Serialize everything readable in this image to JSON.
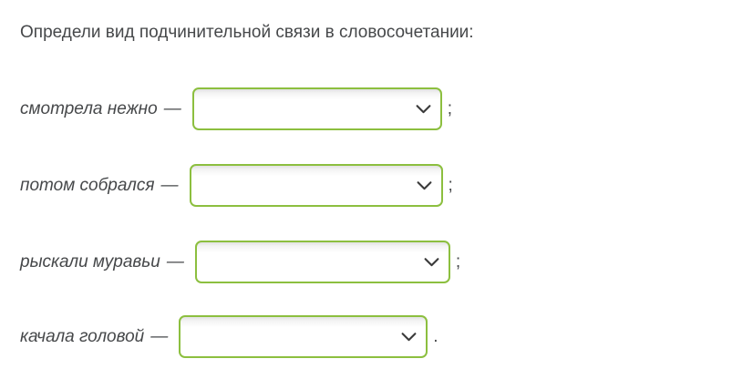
{
  "page": {
    "background_color": "#ffffff",
    "text_color": "#46484a",
    "accent_border_color": "#8cbf3f"
  },
  "prompt": {
    "text": "Определи вид подчинительной связи в словосочетании:"
  },
  "rows": [
    {
      "label": "смотрела нежно",
      "dash": "—",
      "select": {
        "value": "",
        "placeholder": "",
        "options": []
      },
      "punctuation": ";"
    },
    {
      "label": "потом собрался",
      "dash": "—",
      "select": {
        "value": "",
        "placeholder": "",
        "options": []
      },
      "punctuation": ";"
    },
    {
      "label": "рыскали муравьи",
      "dash": "—",
      "select": {
        "value": "",
        "placeholder": "",
        "options": []
      },
      "punctuation": ";"
    },
    {
      "label": "качала головой",
      "dash": "—",
      "select": {
        "value": "",
        "placeholder": "",
        "options": []
      },
      "punctuation": "."
    }
  ]
}
